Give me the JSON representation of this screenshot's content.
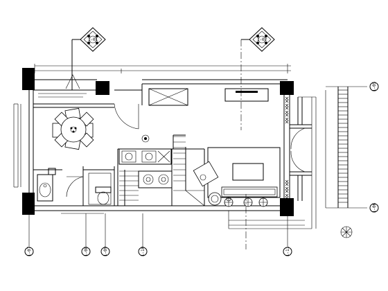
{
  "drawing": {
    "elevation_markers": [
      {
        "label": "1-01"
      },
      {
        "label": "1-02"
      }
    ],
    "axis_tags_bottom": [
      {
        "label": "1-07"
      },
      {
        "label": "1-08"
      },
      {
        "label": "1-09"
      },
      {
        "label": "1-10"
      },
      {
        "label": "1-11"
      }
    ],
    "axis_tags_right": [
      {
        "label": "1-05"
      },
      {
        "label": "1-06"
      }
    ]
  },
  "colors": {
    "line": "#000000",
    "background": "#ffffff"
  }
}
